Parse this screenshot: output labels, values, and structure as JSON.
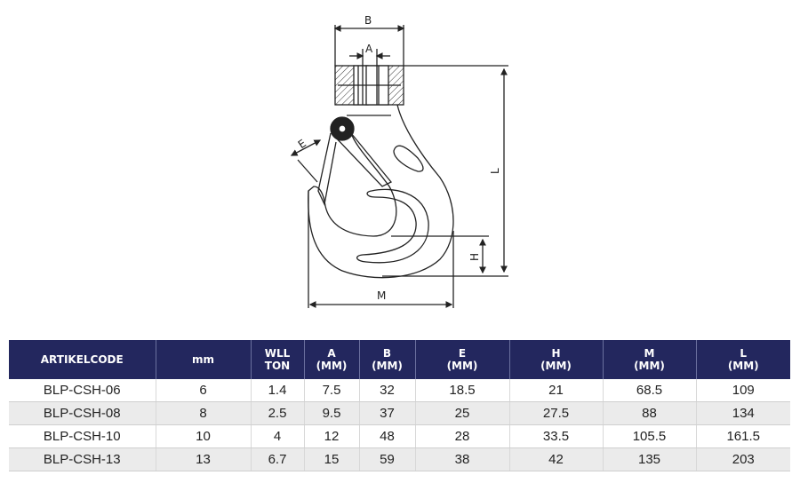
{
  "drawing": {
    "labels": {
      "B": "B",
      "A": "A",
      "E": "E",
      "L": "L",
      "H": "H",
      "M": "M"
    }
  },
  "table": {
    "headers": [
      {
        "line1": "ARTIKELCODE",
        "line2": ""
      },
      {
        "line1": "mm",
        "line2": ""
      },
      {
        "line1": "WLL",
        "line2": "TON"
      },
      {
        "line1": "A",
        "line2": "(MM)"
      },
      {
        "line1": "B",
        "line2": "(MM)"
      },
      {
        "line1": "E",
        "line2": "(MM)"
      },
      {
        "line1": "H",
        "line2": "(MM)"
      },
      {
        "line1": "M",
        "line2": "(MM)"
      },
      {
        "line1": "L",
        "line2": "(MM)"
      }
    ],
    "rows": [
      [
        "BLP-CSH-06",
        "6",
        "1.4",
        "7.5",
        "32",
        "18.5",
        "21",
        "68.5",
        "109"
      ],
      [
        "BLP-CSH-08",
        "8",
        "2.5",
        "9.5",
        "37",
        "25",
        "27.5",
        "88",
        "134"
      ],
      [
        "BLP-CSH-10",
        "10",
        "4",
        "12",
        "48",
        "28",
        "33.5",
        "105.5",
        "161.5"
      ],
      [
        "BLP-CSH-13",
        "13",
        "6.7",
        "15",
        "38",
        "42",
        "135",
        "203"
      ]
    ]
  },
  "colors": {
    "header_bg": "#23275e",
    "alt_row": "#ebebeb"
  }
}
